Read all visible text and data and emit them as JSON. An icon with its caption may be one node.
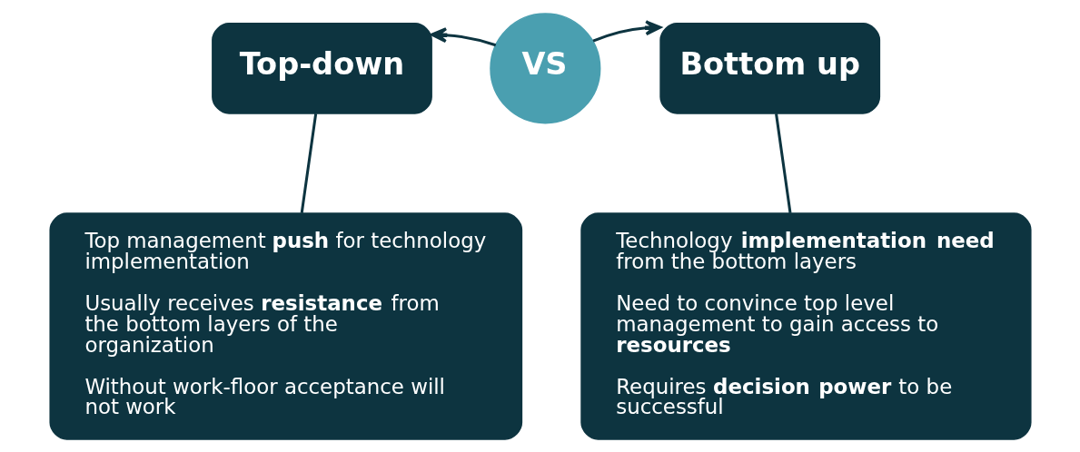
{
  "diagram": {
    "nodes": [
      {
        "text": [
          "Top-down"
        ]
      },
      {
        "text": [
          "VS"
        ]
      },
      {
        "text": [
          "Bottom up"
        ]
      },
      {
        "text": [
          "Top management **push** for technology implementation",
          "Usually receives **resistance** from the bottom layers of the organization",
          "Without work-floor acceptance will not work"
        ]
      },
      {
        "text": [
          "Technology **implementation need** from the bottom layers",
          "Need to convince top level management to gain access to **resources**",
          "Requires **decision power** to be successful"
        ]
      }
    ],
    "edges": [
      {
        "from": 1,
        "to": 0,
        "arrow": "to"
      },
      {
        "from": 1,
        "to": 2,
        "arrow": "to"
      },
      {
        "from": 0,
        "to": 3,
        "arrow": "none"
      },
      {
        "from": 2,
        "to": 4,
        "arrow": "none"
      }
    ]
  }
}
